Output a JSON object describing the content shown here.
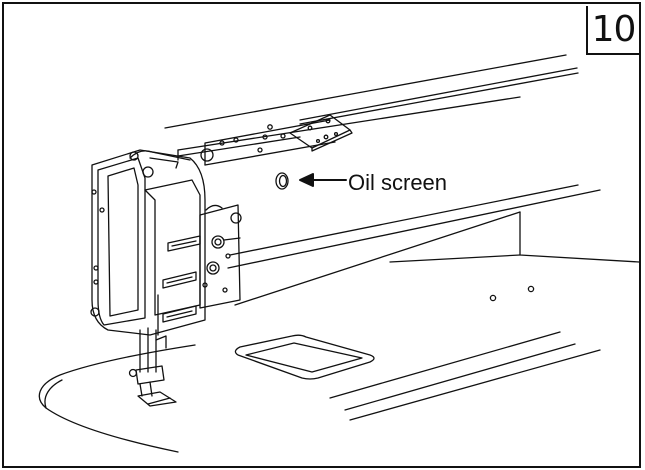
{
  "step_number": "10",
  "callout": {
    "label": "Oil screen"
  },
  "icons": {
    "arrow": "left-arrow-icon",
    "machine": "sewing-machine-illustration"
  },
  "colors": {
    "line": "#111111",
    "background": "#ffffff"
  }
}
